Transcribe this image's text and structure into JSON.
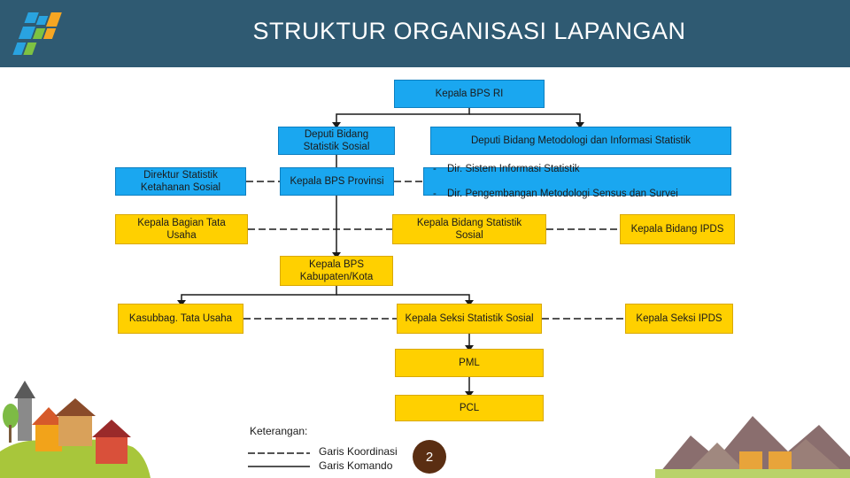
{
  "header": {
    "title": "STRUKTUR ORGANISASI LAPANGAN",
    "bg_color": "#2f5a72"
  },
  "colors": {
    "box_blue": "#1aa7f0",
    "box_yellow": "#ffd000",
    "line": "#1a1a1a"
  },
  "org": {
    "kepala_bps_ri": "Kepala BPS RI",
    "deputi_statistik_sosial": "Deputi Bidang\nStatistik Sosial",
    "deputi_metodologi": "Deputi Bidang Metodologi dan Informasi Statistik",
    "direktur_statistik": "Direktur Statistik\nKetahanan Sosial",
    "kepala_bps_provinsi": "Kepala BPS Provinsi",
    "dir_list": [
      "Dir. Sistem Informasi Statistik",
      "Dir. Pengembangan Metodologi Sensus dan Survei"
    ],
    "kepala_bagian_tu": "Kepala Bagian Tata\nUsaha",
    "kepala_bidang_statistik": "Kepala Bidang Statistik\nSosial",
    "kepala_bidang_ipds": "Kepala Bidang IPDS",
    "kepala_bps_kabkota": "Kepala BPS\nKabupaten/Kota",
    "kasubbag_tu": "Kasubbag. Tata Usaha",
    "kepala_seksi_statistik": "Kepala Seksi Statistik Sosial",
    "kepala_seksi_ipds": "Kepala Seksi IPDS",
    "pml": "PML",
    "pcl": "PCL"
  },
  "legend": {
    "title": "Keterangan:",
    "koordinasi": "Garis Koordinasi",
    "komando": "Garis Komando"
  },
  "page_number": "2"
}
